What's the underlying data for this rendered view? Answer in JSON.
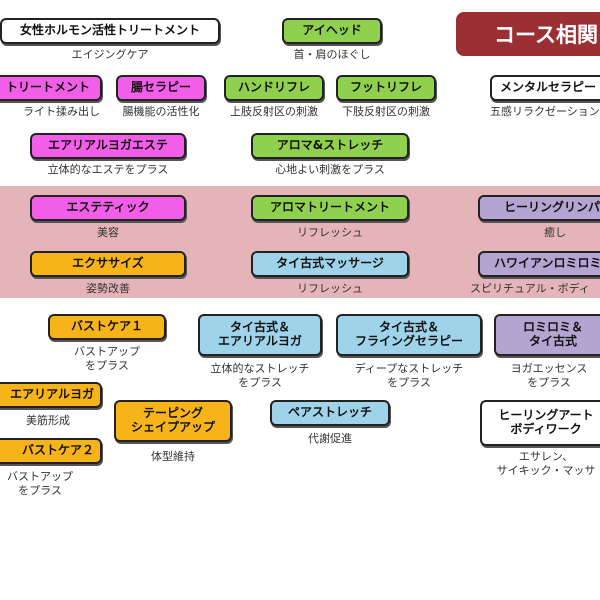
{
  "course_label": "コース相関",
  "row1": {
    "hormone": {
      "label": "女性ホルモン活性トリートメント",
      "sub": "エイジングケア"
    },
    "eyehead": {
      "label": "アイヘッド",
      "sub": "首・肩のほぐし"
    }
  },
  "row2": {
    "treatment": {
      "label": "トリートメント",
      "sub": "ライト揉み出し"
    },
    "gut": {
      "label": "腸セラピー",
      "sub": "腸機能の活性化"
    },
    "hand": {
      "label": "ハンドリフレ",
      "sub": "上肢反射区の刺激"
    },
    "foot": {
      "label": "フットリフレ",
      "sub": "下肢反射区の刺激"
    },
    "mental": {
      "label": "メンタルセラピー",
      "sub": "五感リラクゼーション"
    }
  },
  "row3": {
    "aerial_esthe": {
      "label": "エアリアルヨガエステ",
      "sub": "立体的なエステをプラス"
    },
    "aroma_stretch": {
      "label": "アロマ&ストレッチ",
      "sub": "心地よい刺激をプラス"
    }
  },
  "band": {
    "esthetic": {
      "label": "エステティック",
      "sub": "美容"
    },
    "aroma_treatment": {
      "label": "アロマトリートメント",
      "sub": "リフレッシュ"
    },
    "healing": {
      "label": "ヒーリングリンパ",
      "sub": "癒し"
    },
    "exercise": {
      "label": "エクササイズ",
      "sub": "姿勢改善"
    },
    "thai": {
      "label": "タイ古式マッサージ",
      "sub": "リフレッシュ"
    },
    "hawaiian": {
      "label": "ハワイアンロミロミ",
      "sub": "スピリチュアル・ボディ"
    }
  },
  "lower": {
    "bustcare1": {
      "label": "バストケア１",
      "sub": "バストアップ\nをプラス"
    },
    "thai_aerial": {
      "label": "タイ古式＆\nエアリアルヨガ",
      "sub": "立体的なストレッチ\nをプラス"
    },
    "thai_flying": {
      "label": "タイ古式＆\nフライングセラピー",
      "sub": "ディープなストレッチ\nをプラス"
    },
    "lomi_thai": {
      "label": "ロミロミ＆\nタイ古式",
      "sub": "ヨガエッセンス\nをプラス"
    },
    "aerial_yoga": {
      "label": "エアリアルヨガ",
      "sub": "美筋形成"
    },
    "taping": {
      "label": "テーピング\nシェイプアップ",
      "sub": "体型維持"
    },
    "pair_stretch": {
      "label": "ペアストレッチ",
      "sub": "代謝促進"
    },
    "healing_art": {
      "label": "ヒーリングアート\nボディワーク",
      "sub": "エサレン、\nサイキック・マッサ"
    },
    "bustcare2": {
      "label": "バストケア２",
      "sub": "バストアップ\nをプラス"
    }
  },
  "colors": {
    "band_bg": "#e5b4b9",
    "course_bg": "#9b2f33",
    "pink": "#f35ee8",
    "green": "#8fd14f",
    "yellow": "#f7b418",
    "blue": "#9fd3ea",
    "purple": "#b4a4d2"
  }
}
